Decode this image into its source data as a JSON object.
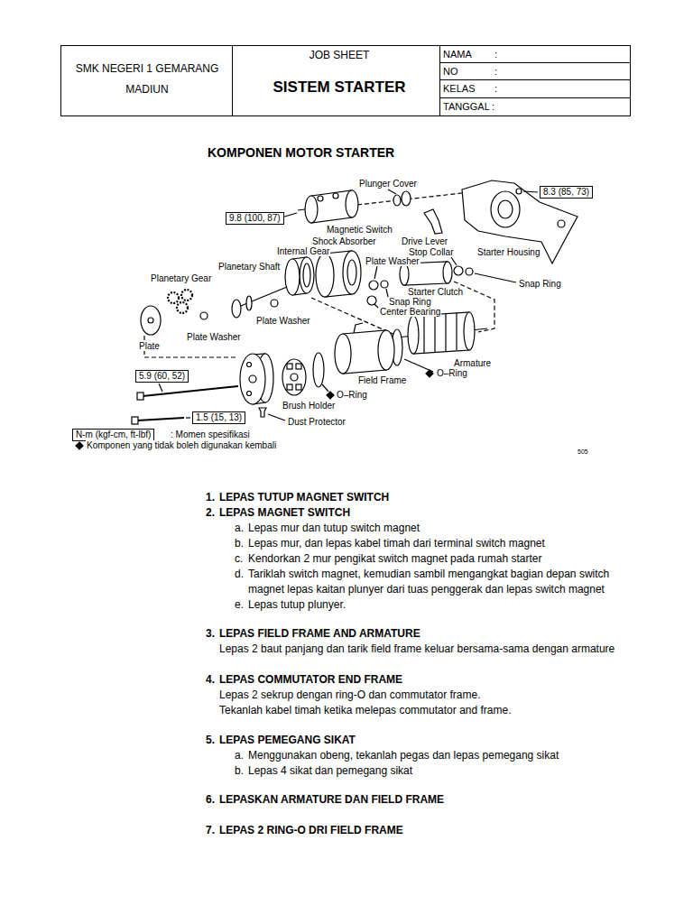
{
  "diagram": {
    "title": "KOMPONEN MOTOR STARTER",
    "nodes": [
      {
        "text": [
          "SMK NEGERI 1 GEMARANG MADIUN"
        ]
      },
      {
        "text": [
          "JOB SHEET",
          "SISTEM STARTER"
        ]
      },
      {
        "text": [
          "NAMA",
          ":"
        ]
      },
      {
        "text": [
          "NO",
          ":"
        ]
      },
      {
        "text": [
          "KELAS",
          ":"
        ]
      },
      {
        "text": [
          "TANGGAL",
          ":"
        ]
      },
      {
        "text": [
          "8.3 (85, 73)"
        ]
      },
      {
        "text": [
          "9.8 (100, 87)"
        ]
      },
      {
        "text": [
          "5.9 (60, 52)"
        ]
      },
      {
        "text": [
          "1.5 (15, 13)"
        ]
      },
      {
        "text": [
          "N-m (kgf-cm, ft-lbf)"
        ]
      }
    ],
    "labels": [
      "Plunger Cover",
      "Magnetic Switch",
      "Shock Absorber",
      "Drive Lever",
      "Stop Collar",
      "Starter Housing",
      "Internal Gear",
      "Plate Washer",
      "Planetary Shaft",
      "Planetary Gear",
      "Snap Ring",
      "Starter Clutch",
      "Snap Ring",
      "Center Bearing",
      "Plate Washer",
      "Plate Washer",
      "Plate",
      "Armature",
      "O–Ring",
      "Field Frame",
      "O–Ring",
      "Brush Holder",
      "Dust Protector",
      ": Momen spesifikasi",
      "Komponen yang tidak boleh digunakan kembali",
      "505",
      "1.",
      "LEPAS TUTUP MAGNET SWITCH",
      "2.",
      "LEPAS MAGNET SWITCH",
      "a.",
      "Lepas mur dan tutup switch magnet",
      "b.",
      "Lepas mur, dan lepas kabel timah dari terminal switch magnet",
      "c.",
      "Kendorkan 2 mur pengikat switch magnet pada rumah starter",
      "d.",
      "Tariklah switch magnet, kemudian sambil mengangkat bagian depan switch magnet lepas kaitan plunyer dari tuas penggerak dan lepas switch magnet",
      "e.",
      "Lepas tutup plunyer.",
      "3.",
      "LEPAS FIELD FRAME AND ARMATURE",
      "Lepas 2 baut panjang dan tarik field frame keluar bersama-sama dengan armature",
      "4.",
      "LEPAS COMMUTATOR END FRAME",
      "Lepas 2 sekrup dengan ring-O dan commutator frame.",
      "Tekanlah kabel timah ketika melepas commutator and frame.",
      "5.",
      "LEPAS PEMEGANG SIKAT",
      "a.",
      "Menggunakan obeng, tekanlah pegas dan lepas pemegang sikat",
      "b.",
      "Lepas 4 sikat dan pemegang sikat",
      "6.",
      "LEPASKAN ARMATURE DAN FIELD FRAME",
      "7.",
      "LEPAS 2 RING-O DRI FIELD FRAME"
    ]
  }
}
